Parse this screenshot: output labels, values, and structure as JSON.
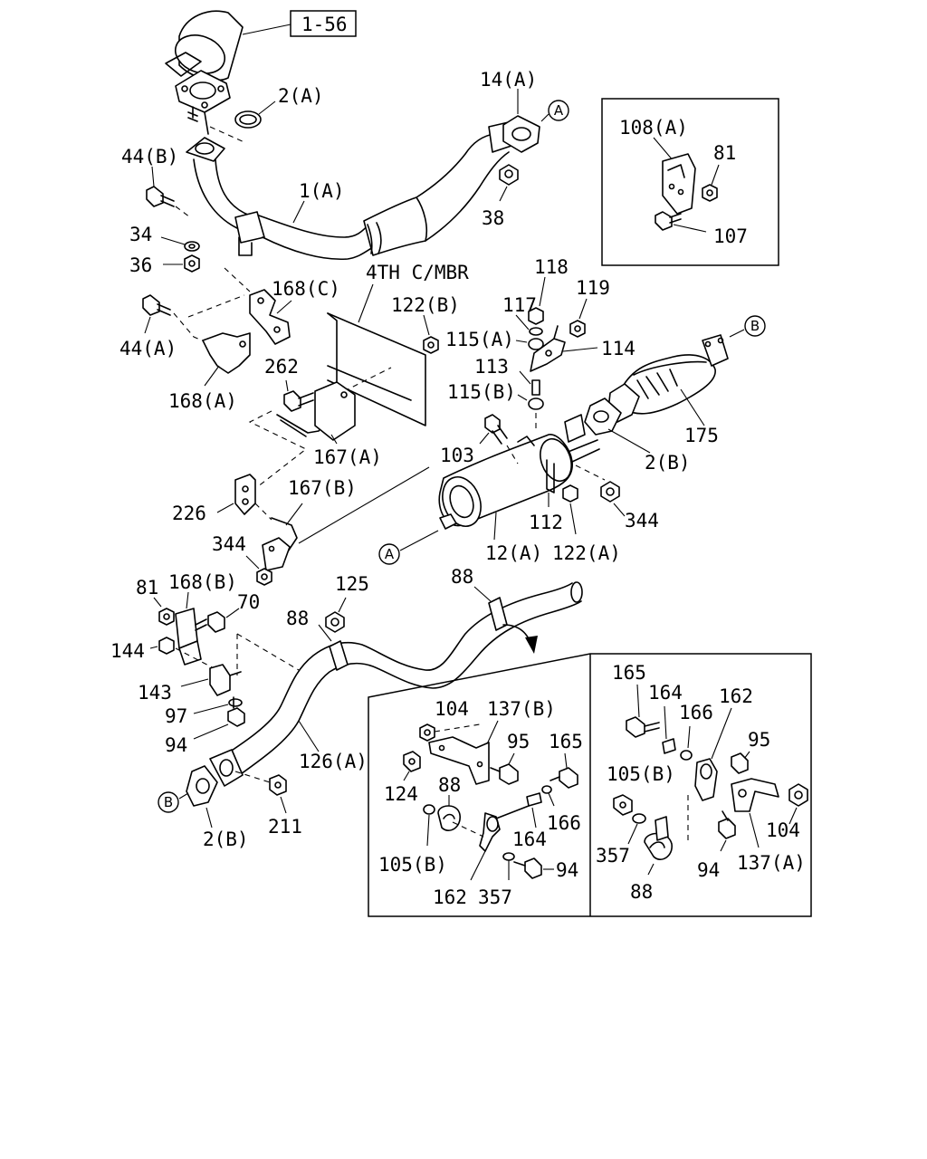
{
  "ref_box": "1-56",
  "labels": {
    "p2a_top": "2(A)",
    "p14a": "14(A)",
    "p44b": "44(B)",
    "p1a": "1(A)",
    "p38": "38",
    "p34": "34",
    "p36": "36",
    "p4thcmbr": "4TH C/MBR",
    "p168c": "168(C)",
    "p44a": "44(A)",
    "p168a": "168(A)",
    "p262": "262",
    "p122b": "122(B)",
    "p118": "118",
    "p117": "117",
    "p119": "119",
    "p115a": "115(A)",
    "p114": "114",
    "p113": "113",
    "p115b": "115(B)",
    "p175": "175",
    "p167a": "167(A)",
    "p103": "103",
    "p2b_mid": "2(B)",
    "p226": "226",
    "p167b": "167(B)",
    "p112": "112",
    "p344_right": "344",
    "p344_left": "344",
    "p12a": "12(A)",
    "p122a": "122(A)",
    "p81_left": "81",
    "p168b": "168(B)",
    "p70": "70",
    "p125": "125",
    "p88_mid": "88",
    "p88_top": "88",
    "p144": "144",
    "p143": "143",
    "p97": "97",
    "p94_left": "94",
    "p126a": "126(A)",
    "p2b_bottom": "2(B)",
    "p211": "211",
    "p108a": "108(A)",
    "p81_inset": "81",
    "p107": "107",
    "i1_104": "104",
    "i1_137b": "137(B)",
    "i1_95": "95",
    "i1_165": "165",
    "i1_124": "124",
    "i1_88": "88",
    "i1_166": "166",
    "i1_164": "164",
    "i1_105b": "105(B)",
    "i1_94": "94",
    "i1_162": "162",
    "i1_357": "357",
    "i2_165": "165",
    "i2_164": "164",
    "i2_162": "162",
    "i2_166": "166",
    "i2_95": "95",
    "i2_105b": "105(B)",
    "i2_357": "357",
    "i2_104": "104",
    "i2_94": "94",
    "i2_137a": "137(A)",
    "i2_88": "88"
  },
  "markers": {
    "a_top": "A",
    "a_bottom": "A",
    "b_right": "B",
    "b_left": "B"
  }
}
